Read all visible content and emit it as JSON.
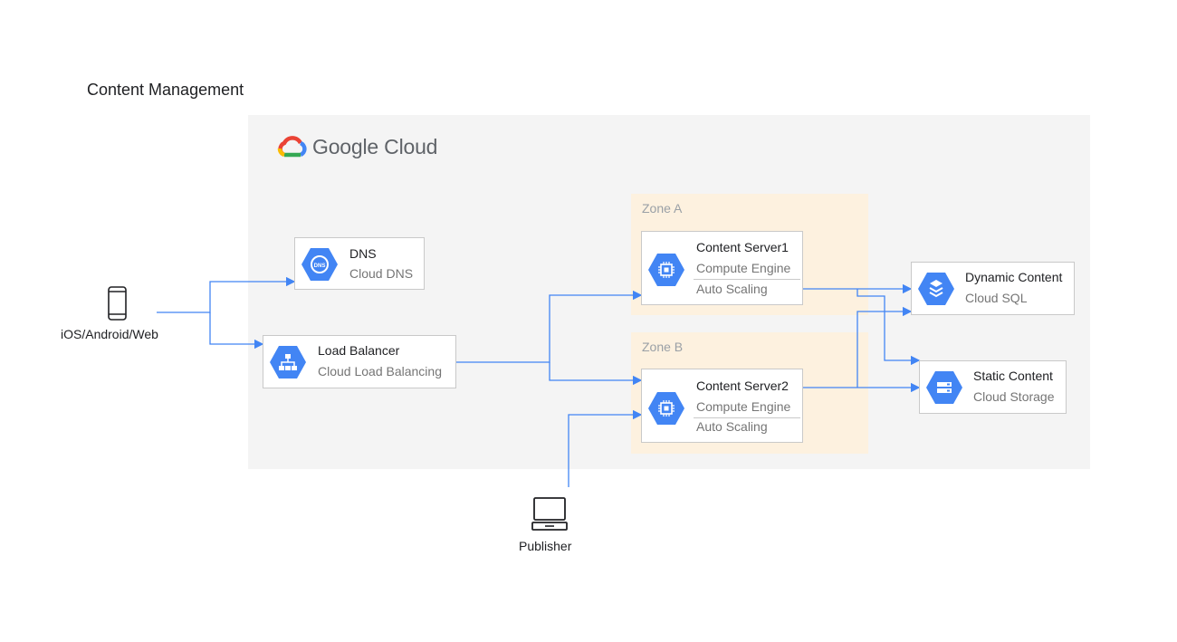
{
  "title": "Content Management",
  "brand": {
    "name": "Google Cloud"
  },
  "clients": {
    "devices": "iOS/Android/Web",
    "publisher": "Publisher"
  },
  "zones": {
    "a": "Zone A",
    "b": "Zone B"
  },
  "nodes": {
    "dns": {
      "title": "DNS",
      "service": "Cloud DNS",
      "icon": "cloud-dns-icon"
    },
    "lb": {
      "title": "Load Balancer",
      "service": "Cloud Load Balancing",
      "icon": "load-balancing-icon"
    },
    "server1": {
      "title": "Content Server1",
      "service": "Compute Engine",
      "feature": "Auto Scaling",
      "icon": "compute-engine-icon"
    },
    "server2": {
      "title": "Content Server2",
      "service": "Compute Engine",
      "feature": "Auto Scaling",
      "icon": "compute-engine-icon"
    },
    "sql": {
      "title": "Dynamic Content",
      "service": "Cloud SQL",
      "icon": "cloud-sql-icon"
    },
    "storage": {
      "title": "Static Content",
      "service": "Cloud Storage",
      "icon": "cloud-storage-icon"
    }
  },
  "colors": {
    "accent": "#4285f4",
    "icon_blue": "#4285f4",
    "panel": "#f4f4f4",
    "zone": "#fdf1df"
  }
}
